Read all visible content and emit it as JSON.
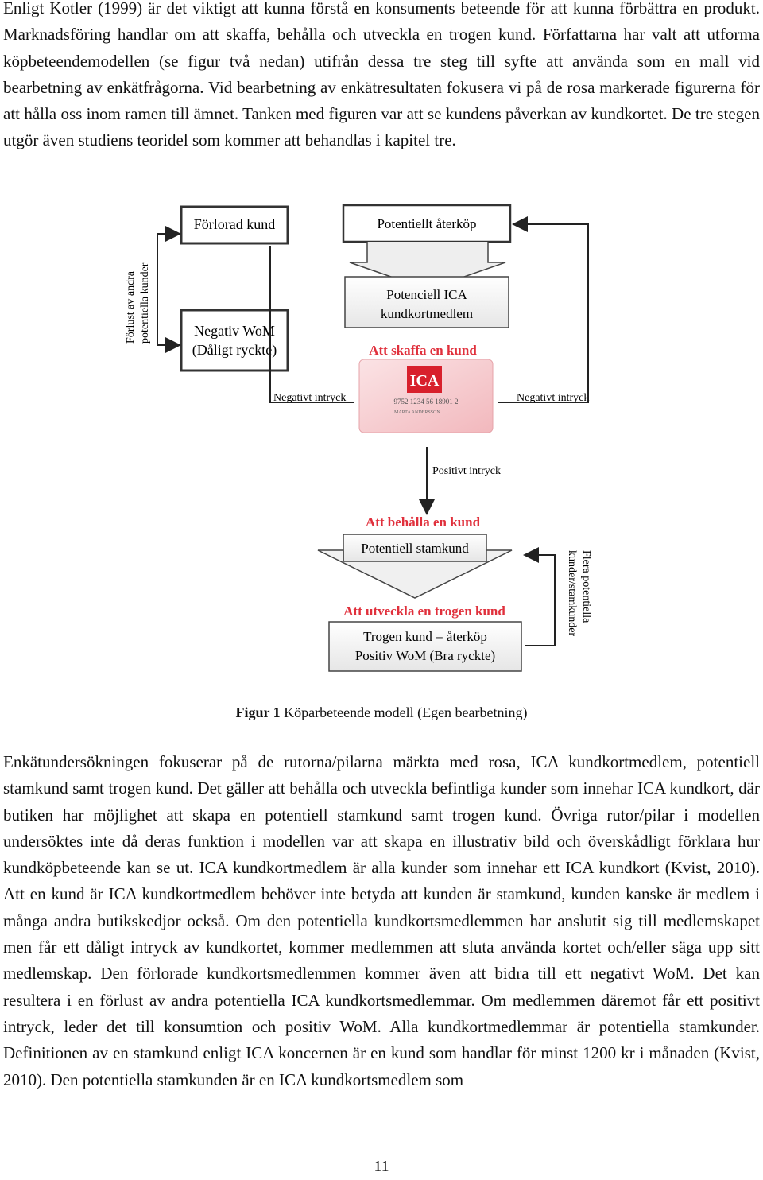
{
  "paragraph_top": "Enligt Kotler (1999) är det viktigt att kunna förstå en konsuments beteende för att kunna förbättra en produkt. Marknadsföring handlar om att skaffa, behålla och utveckla en trogen kund. Författarna har valt att utforma köpbeteendemodellen (se figur två nedan) utifrån dessa tre steg till syfte att använda som en mall vid bearbetning av enkätfrågorna. Vid bearbetning av enkätresultaten fokusera vi på de rosa markerade figurerna för att hålla oss inom ramen till ämnet. Tanken med figuren var att se kundens påverkan av kundkortet. De tre stegen utgör även studiens teoridel som kommer att behandlas i kapitel tre.",
  "figure": {
    "lost_customer": "Förlorad kund",
    "potential_rebuy": "Potentiellt återköp",
    "lost_others_label_line1": "Förlust av andra",
    "lost_others_label_line2": "potentiella kunder",
    "negative_wom_line1": "Negativ WoM",
    "negative_wom_line2": "(Dåligt ryckte)",
    "potential_member_line1": "Potenciell ICA",
    "potential_member_line2": "kundkortmedlem",
    "acquire_heading": "Att skaffa en kund",
    "card_logo": "ICA",
    "card_number": "9752 1234 56 18901 2",
    "card_name": "MARTA ANDERSSON",
    "negative_impression_left": "Negativt intryck",
    "negative_impression_right": "Negativt intryck",
    "positive_impression": "Positivt intryck",
    "retain_heading": "Att behålla en kund",
    "potential_regular": "Potentiell stamkund",
    "develop_heading": "Att utveckla en trogen kund",
    "loyal_line1": "Trogen kund = återköp",
    "loyal_line2": "Positiv WoM (Bra ryckte)",
    "more_potential_line1": "Flera potentiella",
    "more_potential_line2": "kunder/stamkunder",
    "colors": {
      "pink_heading": "#e0303c",
      "box_border": "#444444",
      "card_pink": "#f6c9cd",
      "ica_red": "#d8202c"
    }
  },
  "caption": {
    "label": "Figur 1",
    "text": "Köparbeteende modell (Egen bearbetning)"
  },
  "paragraph_bottom": "Enkätundersökningen fokuserar på de rutorna/pilarna märkta med rosa, ICA kundkortmedlem, potentiell stamkund samt trogen kund. Det gäller att behålla och utveckla befintliga kunder som innehar ICA kundkort, där butiken har möjlighet att skapa en potentiell stamkund samt trogen kund. Övriga rutor/pilar i modellen undersöktes inte då deras funktion i modellen var att skapa en illustrativ bild och överskådligt förklara hur kundköpbeteende kan se ut. ICA kundkortmedlem är alla kunder som innehar ett ICA kundkort (Kvist, 2010). Att en kund är ICA kundkortmedlem behöver inte betyda att kunden är stamkund, kunden kanske är medlem i många andra butikskedjor också. Om den potentiella kundkortsmedlemmen har anslutit sig till medlemskapet men får ett dåligt intryck av kundkortet, kommer medlemmen att sluta använda kortet och/eller säga upp sitt medlemskap. Den förlorade kundkortsmedlemmen kommer även att bidra till ett negativt WoM. Det kan resultera i en förlust av andra potentiella ICA kundkortsmedlemmar. Om medlemmen däremot får ett positivt intryck, leder det till konsumtion och positiv WoM. Alla kundkortmedlemmar är potentiella stamkunder. Definitionen av en stamkund enligt ICA koncernen är en kund som handlar för minst 1200 kr i månaden (Kvist, 2010). Den potentiella stamkunden är en ICA kundkortsmedlem som",
  "page_number": "11"
}
